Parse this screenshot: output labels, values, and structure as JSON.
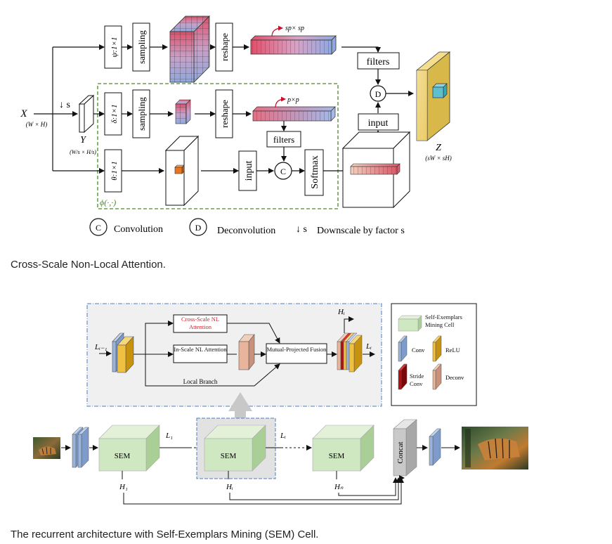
{
  "fig1": {
    "caption": "Cross-Scale Non-Local Attention.",
    "input": {
      "symbol": "X",
      "dims": "(W × H)"
    },
    "downscale": "↓ s",
    "y": {
      "symbol": "Y",
      "dims": "(W/s × H/s)"
    },
    "branches": {
      "psi": "ψ:1×1",
      "delta": "δ:1×1",
      "theta": "θ:1×1"
    },
    "sampling": "sampling",
    "reshape": "reshape",
    "top_label": "sp× sp",
    "mid_label": "p×p",
    "filters": "filters",
    "input_box": "input",
    "softmax": "Softmax",
    "phi": "ϕ(·,·)",
    "output": {
      "symbol": "Z",
      "dims": "(sW × sH)"
    },
    "conv_symbol": "C",
    "deconv_symbol": "D",
    "legend": {
      "conv": "Convolution",
      "deconv": "Deconvolution",
      "down_symbol": "↓ s",
      "down_text": "Downscale by factor s"
    }
  },
  "fig2": {
    "caption": "The recurrent architecture with Self-Exemplars Mining (SEM) Cell.",
    "cell": {
      "cross_scale": "Cross-Scale NL Attention",
      "in_scale": "In-Scale NL Attention",
      "fusion": "Mutual-Projected Fusion",
      "local_branch": "Local Branch",
      "l_in": "Lᵢ₋₁",
      "l_out": "Lᵢ",
      "h_out": "Hᵢ"
    },
    "legend": {
      "sem": "Self-Exemplars Mining Cell",
      "conv": "Conv",
      "relu": "ReLU",
      "stride_conv": "Stride Conv",
      "deconv": "Deconv"
    },
    "sem_label": "SEM",
    "concat": "Concat",
    "l_labels": [
      "L₁",
      "Lᵢ"
    ],
    "h_labels": [
      "H₁",
      "Hᵢ",
      "Hₙ"
    ],
    "colors": {
      "sem_green": "#cfe8c2",
      "conv_blue": "#9ab4d9",
      "relu_yellow": "#f0c040",
      "stride_red": "#b01010",
      "deconv_pink": "#e8b59c",
      "dash_blue": "#4d7cc0",
      "phi_green": "#4a8a2a"
    }
  }
}
